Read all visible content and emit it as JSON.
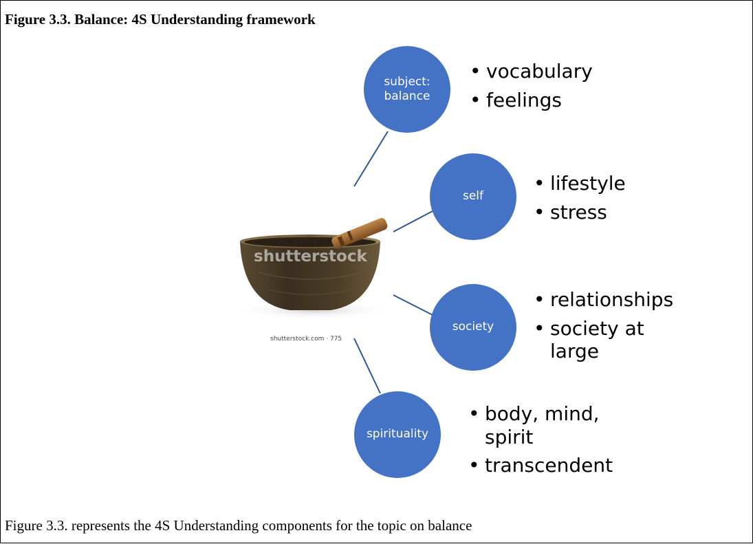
{
  "figure": {
    "title": "Figure 3.3. Balance: 4S Understanding framework",
    "caption": "Figure 3.3. represents the 4S Understanding components for the topic on balance"
  },
  "nodes": [
    {
      "label": "subject:\nbalance",
      "bullets": [
        "vocabulary",
        "feelings"
      ]
    },
    {
      "label": "self",
      "bullets": [
        "lifestyle",
        "stress"
      ]
    },
    {
      "label": "society",
      "bullets": [
        "relationships",
        "society at large"
      ]
    },
    {
      "label": "spirituality",
      "bullets": [
        "body, mind, spirit",
        "transcendent"
      ]
    }
  ],
  "image": {
    "description_icon": "singing-bowl-image",
    "watermark": "shutterstock",
    "watermark_url": "shutterstock.com · 775"
  },
  "colors": {
    "node_fill": "#4472c4",
    "connector": "#2f5597",
    "node_text": "#ffffff"
  }
}
